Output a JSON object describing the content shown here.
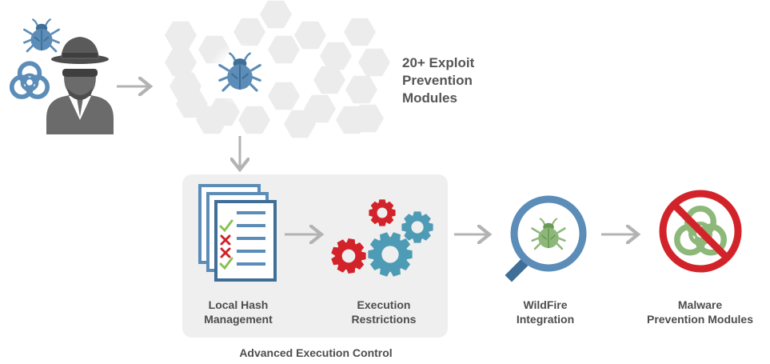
{
  "colors": {
    "blue": "#5b8db8",
    "blue_dark": "#3f6e96",
    "red": "#d2232a",
    "teal": "#4e9bb5",
    "green": "#7fb069",
    "gray": "#666666",
    "gray_light": "#e8e8e8",
    "hex": "#ececec",
    "arrow": "#b3b3b3"
  },
  "icons": [
    "bug-icon",
    "biohazard-icon",
    "hacker-icon",
    "hexagon-grid",
    "checklist-document-icon",
    "gears-icon",
    "magnifier-bug-icon",
    "no-malware-icon"
  ],
  "labels": {
    "exploit": [
      "20+ Exploit",
      "Prevention",
      "Modules"
    ],
    "hash": [
      "Local Hash",
      "Management"
    ],
    "execution": [
      "Execution",
      "Restrictions"
    ],
    "wildfire": [
      "WildFire",
      "Integration"
    ],
    "malware": [
      "Malware",
      "Prevention Modules"
    ],
    "aec": "Advanced Execution Control"
  }
}
